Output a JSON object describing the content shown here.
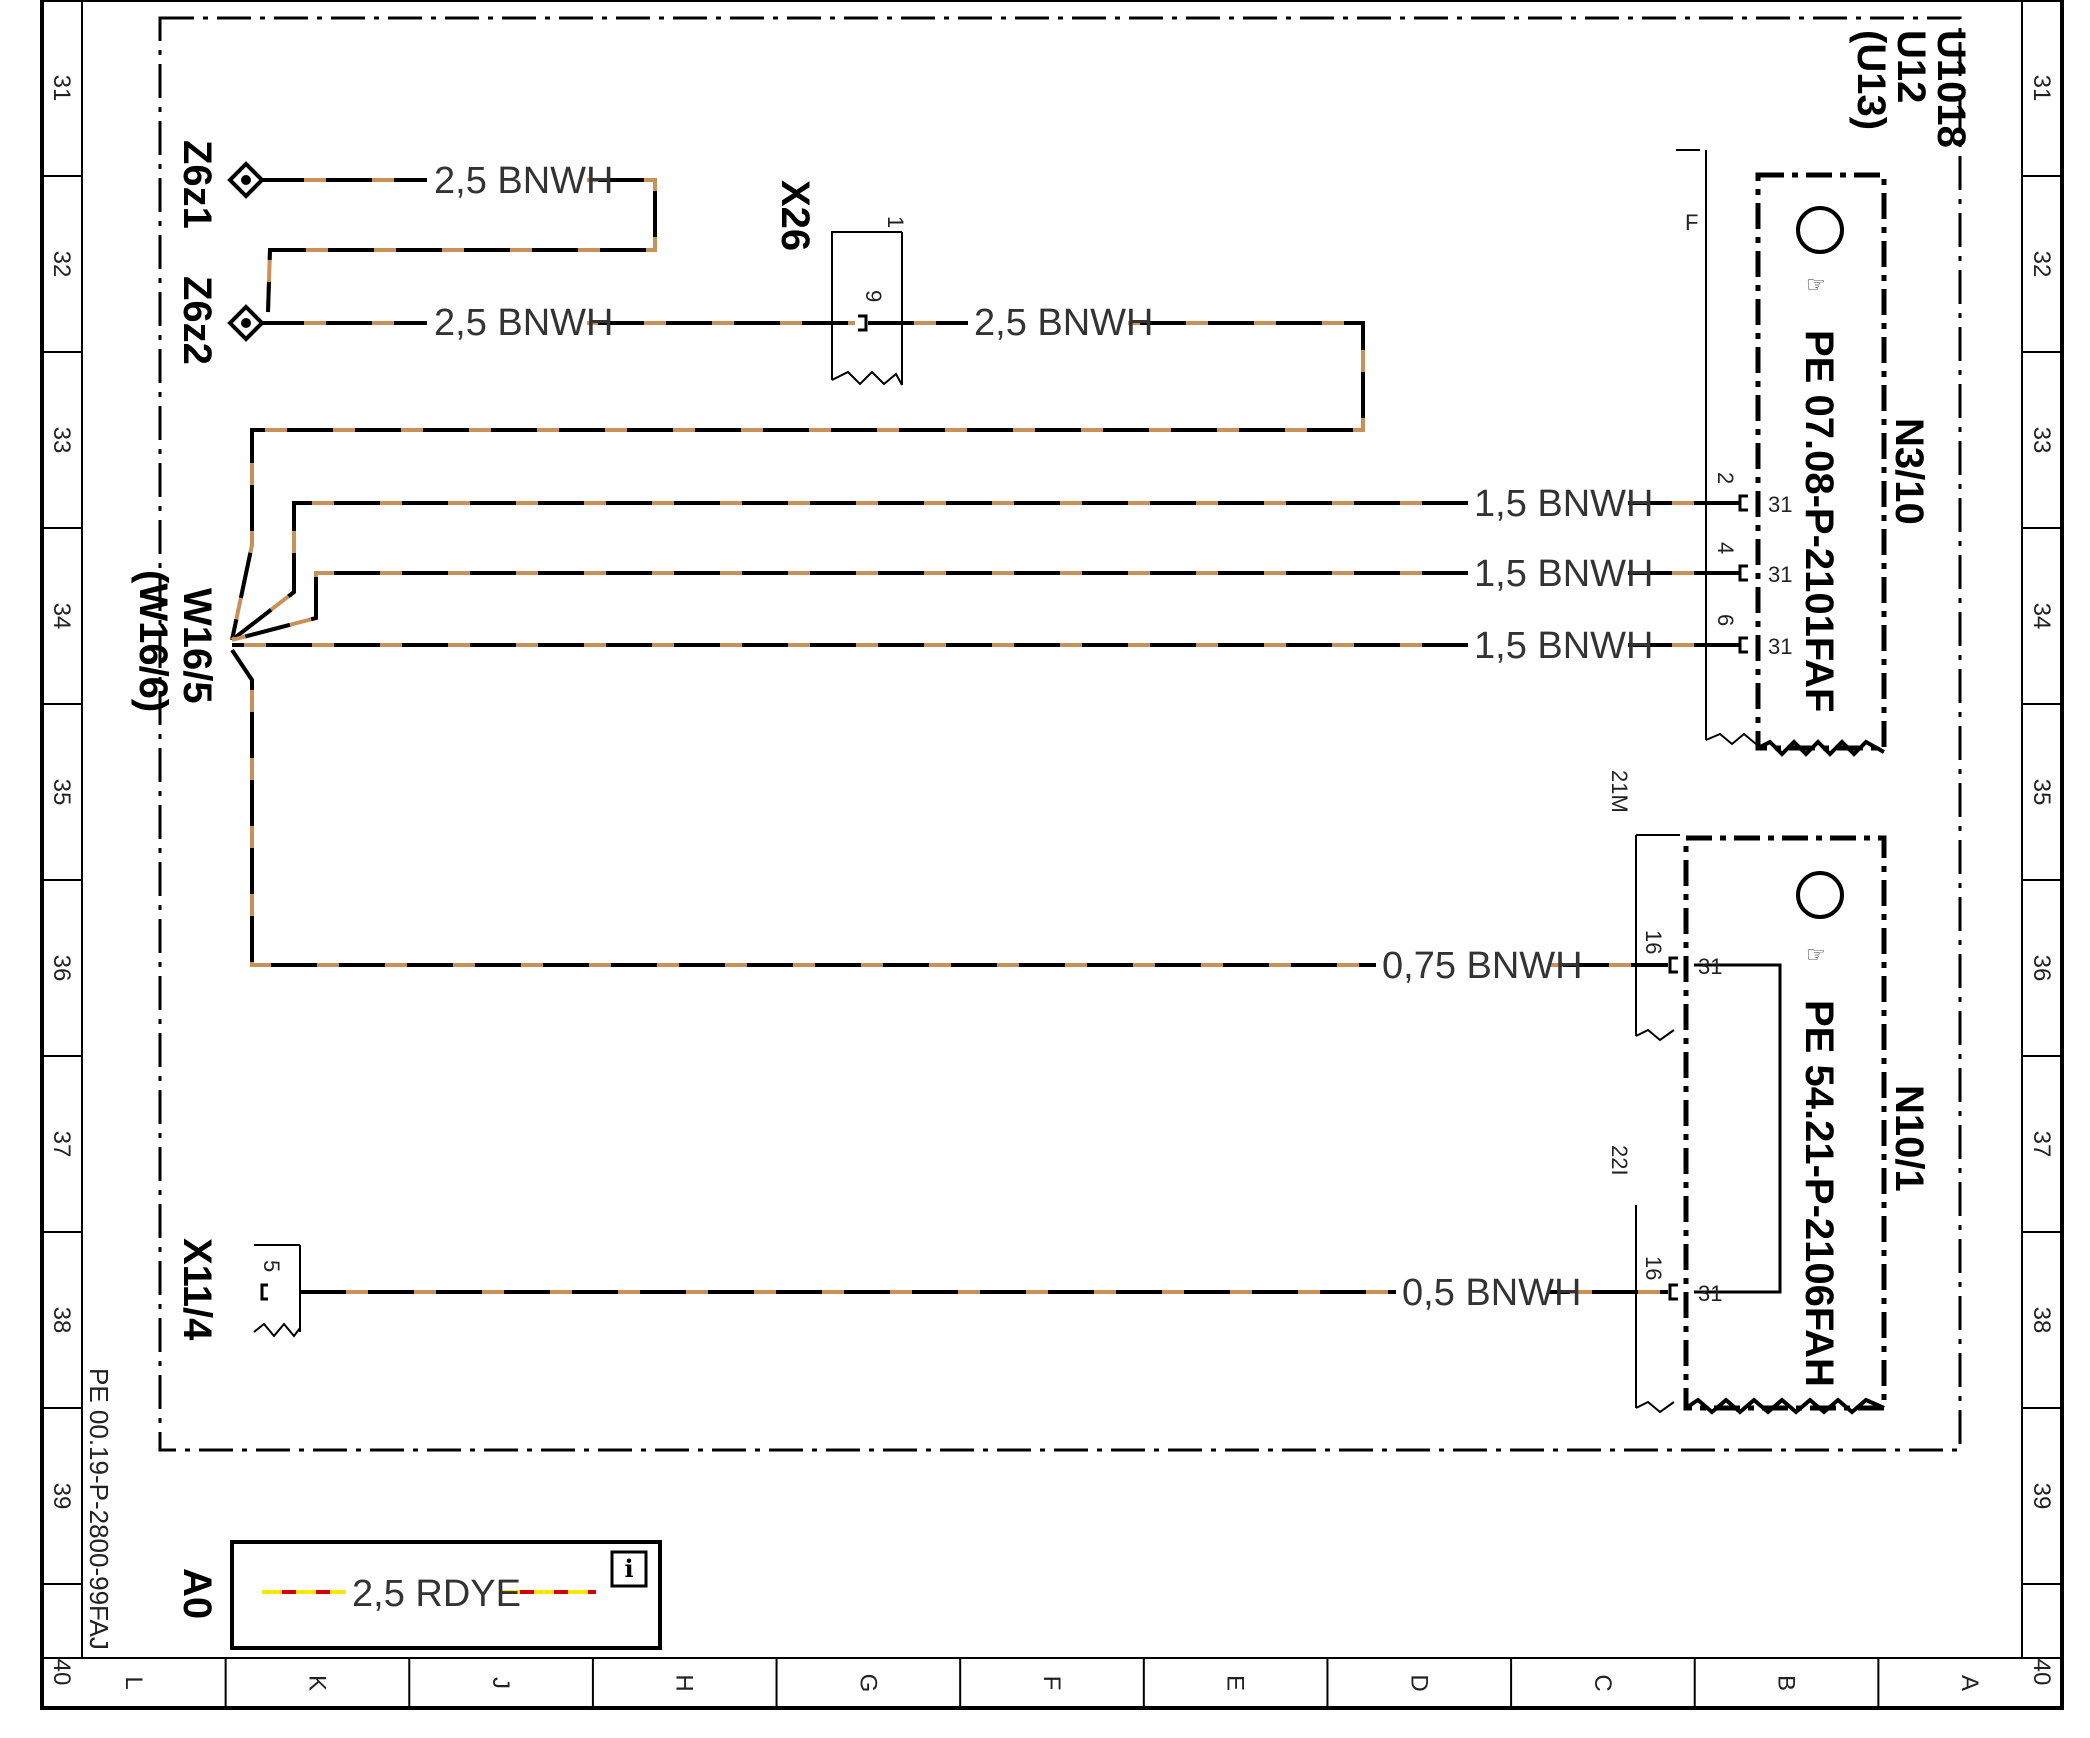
{
  "document_id": "PE 00.19-P-2800-99FAJ",
  "frame_label": [
    "U1018",
    "U12",
    "(U13)"
  ],
  "grid_rows": [
    "31",
    "32",
    "33",
    "34",
    "35",
    "36",
    "37",
    "38",
    "39",
    "40"
  ],
  "grid_columns": [
    "L",
    "K",
    "J",
    "H",
    "G",
    "F",
    "E",
    "D",
    "C",
    "B",
    "A"
  ],
  "components": {
    "z6z1": "Z6z1",
    "z6z2": "Z6z2",
    "x26": "X26",
    "x26_pin_top": "1",
    "x26_pin": "9",
    "w16_line1": "W16/5",
    "w16_line2": "(W16/6)",
    "x11_4": "X11/4",
    "x11_4_pin": "5",
    "n3_10": "N3/10",
    "n3_10_ref": "PE 07.08-P-2101FAF",
    "n3_10_conn": "F",
    "n10_1": "N10/1",
    "n10_1_ref": "PE 54.21-P-2106FAH",
    "n10_1_conn_top": "21M",
    "n10_1_conn_bottom": "22I"
  },
  "pins": {
    "n3_10_in": [
      "2",
      "4",
      "6"
    ],
    "n3_10_out": [
      "31",
      "31",
      "31"
    ],
    "n10_1_in": [
      "16",
      "16"
    ],
    "n10_1_out": [
      "31",
      "31"
    ]
  },
  "wires": {
    "z6z1_out": "2,5 BNWH",
    "z6z2_out": "2,5 BNWH",
    "x26_out": "2,5 BNWH",
    "n3_10_a": "1,5 BNWH",
    "n3_10_b": "1,5 BNWH",
    "n3_10_c": "1,5 BNWH",
    "n10_1_a": "0,75 BNWH",
    "n10_1_b": "0,5 BNWH"
  },
  "legend": {
    "id": "A0",
    "wire": "2,5 RDYE",
    "info_icon": "info-icon"
  },
  "colors": {
    "wire_brown": "#c8915a",
    "wire_white": "#000000",
    "wire_red": "#cc0000",
    "wire_yellow": "#ffe600"
  }
}
